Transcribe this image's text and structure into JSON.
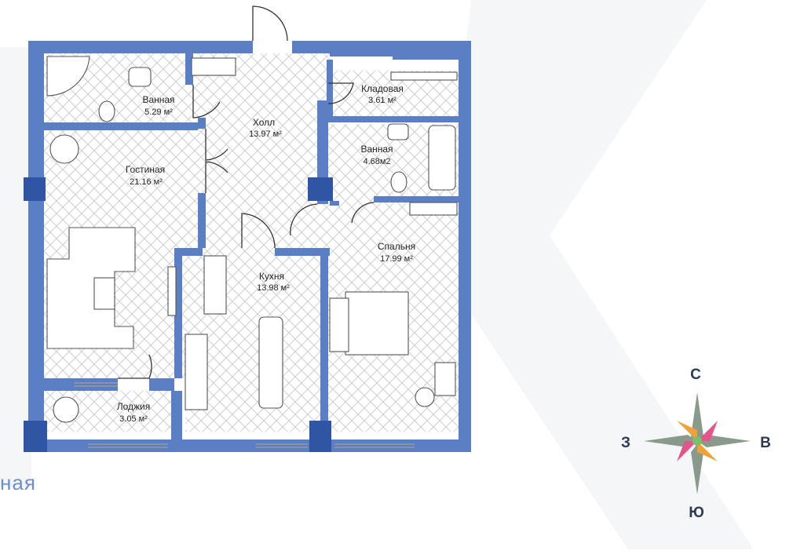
{
  "plan": {
    "rooms": [
      {
        "id": "bath1",
        "name": "Ванная",
        "area": "5.29 м²"
      },
      {
        "id": "hall",
        "name": "Холл",
        "area": "13.97 м²"
      },
      {
        "id": "storage",
        "name": "Кладовая",
        "area": "3.61 м²"
      },
      {
        "id": "bath2",
        "name": "Ванная",
        "area": "4.68м2"
      },
      {
        "id": "living",
        "name": "Гостиная",
        "area": "21.16 м²"
      },
      {
        "id": "kitchen",
        "name": "Кухня",
        "area": "13.98 м²"
      },
      {
        "id": "bedroom",
        "name": "Спальня",
        "area": "17.99 м²"
      },
      {
        "id": "loggia",
        "name": "Лоджия",
        "area": "3.05 м²"
      }
    ],
    "wall_color": "#5a7fc4",
    "column_color": "#2f55a4"
  },
  "compass": {
    "north": "С",
    "south": "Ю",
    "west": "З",
    "east": "В"
  },
  "caption_fragment": "ная"
}
